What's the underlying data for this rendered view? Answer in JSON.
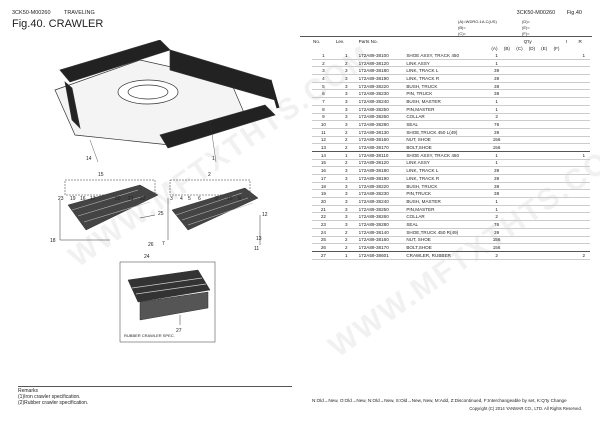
{
  "header": {
    "code_left": "3CK50-M00260",
    "section": "TRAVELING",
    "fig_title": "Fig.40.  CRAWLER",
    "code_right": "3CK50-M00260",
    "fig_no": "Fig.40"
  },
  "qty_legend": {
    "a": "(A)=WDRO-1A.C(US)",
    "b": "(B)=",
    "c": "(C)=",
    "d": "(D)=",
    "e": "(E)=",
    "f": "(F)="
  },
  "columns": {
    "no": "No.",
    "lev": "Lev.",
    "part_no": "Parts No.",
    "desc": "",
    "qty": "Q'ty",
    "qa": "(A)",
    "qb": "(B)",
    "qc": "(C)",
    "qd": "(D)",
    "qe": "(E)",
    "qf": "(F)",
    "i": "I",
    "r": "R"
  },
  "rows": [
    {
      "no": "1",
      "lev": "1",
      "pn": "172A89-38100",
      "desc": "SHOE ASSY, TRACK 450",
      "a": "1",
      "r": "1"
    },
    {
      "no": "2",
      "lev": "2",
      "pn": "172A89-38120",
      "desc": "LINK ASSY",
      "a": "1",
      "r": ""
    },
    {
      "no": "3",
      "lev": "3",
      "pn": "172A89-38180",
      "desc": "LINK, TRACK L",
      "a": "39",
      "r": ""
    },
    {
      "no": "4",
      "lev": "3",
      "pn": "172A89-38190",
      "desc": "LINK, TRACK R",
      "a": "39",
      "r": ""
    },
    {
      "no": "5",
      "lev": "3",
      "pn": "172A89-38220",
      "desc": "BUSH, TRUCK",
      "a": "38",
      "r": ""
    },
    {
      "no": "6",
      "lev": "3",
      "pn": "172A89-38230",
      "desc": "PIN, TRUCK",
      "a": "38",
      "r": ""
    },
    {
      "no": "7",
      "lev": "3",
      "pn": "172A89-38240",
      "desc": "BUSH, MASTER",
      "a": "1",
      "r": ""
    },
    {
      "no": "8",
      "lev": "3",
      "pn": "172A89-38250",
      "desc": "PIN,MASTER",
      "a": "1",
      "r": ""
    },
    {
      "no": "9",
      "lev": "3",
      "pn": "172A89-38260",
      "desc": "COLLAR",
      "a": "2",
      "r": ""
    },
    {
      "no": "10",
      "lev": "3",
      "pn": "172A89-38280",
      "desc": "SEAL",
      "a": "76",
      "r": ""
    },
    {
      "no": "11",
      "lev": "2",
      "pn": "172A89-38130",
      "desc": "SHOE,TRUCK 450 L(49)",
      "a": "39",
      "r": ""
    },
    {
      "no": "12",
      "lev": "2",
      "pn": "172A89-38160",
      "desc": "NUT, SHOE",
      "a": "156",
      "r": ""
    },
    {
      "no": "13",
      "lev": "2",
      "pn": "172A89-38170",
      "desc": "BOLT,SHOE",
      "a": "156",
      "r": ""
    },
    {
      "no": "14",
      "lev": "1",
      "pn": "172A89-38110",
      "desc": "SHOE ASSY, TRACK 450",
      "a": "1",
      "r": "1"
    },
    {
      "no": "15",
      "lev": "2",
      "pn": "172A89-38120",
      "desc": "LINK ASSY",
      "a": "1",
      "r": ""
    },
    {
      "no": "16",
      "lev": "3",
      "pn": "172A89-38180",
      "desc": "LINK, TRACK L",
      "a": "39",
      "r": ""
    },
    {
      "no": "17",
      "lev": "3",
      "pn": "172A89-38190",
      "desc": "LINK, TRACK R",
      "a": "39",
      "r": ""
    },
    {
      "no": "18",
      "lev": "3",
      "pn": "172A89-38220",
      "desc": "BUSH, TRUCK",
      "a": "38",
      "r": ""
    },
    {
      "no": "19",
      "lev": "3",
      "pn": "172A89-38230",
      "desc": "PIN,TRUCK",
      "a": "38",
      "r": ""
    },
    {
      "no": "20",
      "lev": "3",
      "pn": "172A89-38240",
      "desc": "BUSH, MASTER",
      "a": "1",
      "r": ""
    },
    {
      "no": "21",
      "lev": "3",
      "pn": "172A89-38250",
      "desc": "PIN,MASTER",
      "a": "1",
      "r": ""
    },
    {
      "no": "22",
      "lev": "3",
      "pn": "172A89-38260",
      "desc": "COLLAR",
      "a": "2",
      "r": ""
    },
    {
      "no": "23",
      "lev": "3",
      "pn": "172A89-38280",
      "desc": "SEAL",
      "a": "76",
      "r": ""
    },
    {
      "no": "24",
      "lev": "2",
      "pn": "172A89-38140",
      "desc": "SHOE,TRUCK 450 R(49)",
      "a": "39",
      "r": ""
    },
    {
      "no": "25",
      "lev": "2",
      "pn": "172A89-38160",
      "desc": "NUT, SHOE",
      "a": "156",
      "r": ""
    },
    {
      "no": "26",
      "lev": "2",
      "pn": "172A89-38170",
      "desc": "BOLT,SHOE",
      "a": "156",
      "r": ""
    },
    {
      "no": "27",
      "lev": "1",
      "pn": "172A59-38601",
      "desc": "CRAWLER, RUBBER",
      "a": "2",
      "r": "2"
    }
  ],
  "drawing": {
    "callouts": [
      "14",
      "1",
      "15",
      "2",
      "23",
      "19",
      "16",
      "17",
      "18",
      "20",
      "21",
      "22",
      "24",
      "25",
      "26",
      "3",
      "4",
      "5",
      "6",
      "7",
      "8",
      "9",
      "10",
      "11",
      "12",
      "13",
      "27"
    ],
    "inset_caption": "RUBBER CRAWLER SPEC."
  },
  "remarks": {
    "title": "Remarks",
    "line1": "(1)Iron crawler specification.",
    "line2": "(2)Rubber crawler specification."
  },
  "footer": {
    "legend": "N:Old→New, O:Old→New, N:Old→New, S:Old→New, New, M:Add, Z:Discontinued, F:Interchangeable by set, K:Q'ty Change",
    "copyright": "Copyright (C) 2014 YANMAR CO., LTD. All Rights Reserved."
  },
  "watermark": "WWW.MFTXTHTS.COM"
}
